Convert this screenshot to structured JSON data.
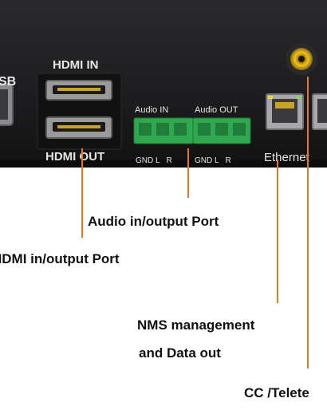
{
  "panel": {
    "color": "#1c1c1e",
    "ports": {
      "usb_label": "SB",
      "hdmi_in_label": "HDMI IN",
      "hdmi_out_label": "HDMI OUT",
      "audio_in_label": "Audio IN",
      "audio_out_label": "Audio OUT",
      "audio_pins_in": "GND L   R",
      "audio_pins_out": "GND L   R",
      "ethernet_label": "Ethernet",
      "terminal_color": "#2fa84f",
      "rca_color": "#f1c21b"
    }
  },
  "callouts": {
    "line_color": "#e8781e",
    "audio": "Audio in/output Port",
    "hdmi": "HDMI in/output Port",
    "nms_line1": "NMS management",
    "nms_line2": "and Data out",
    "cc": "CC /Telete"
  }
}
